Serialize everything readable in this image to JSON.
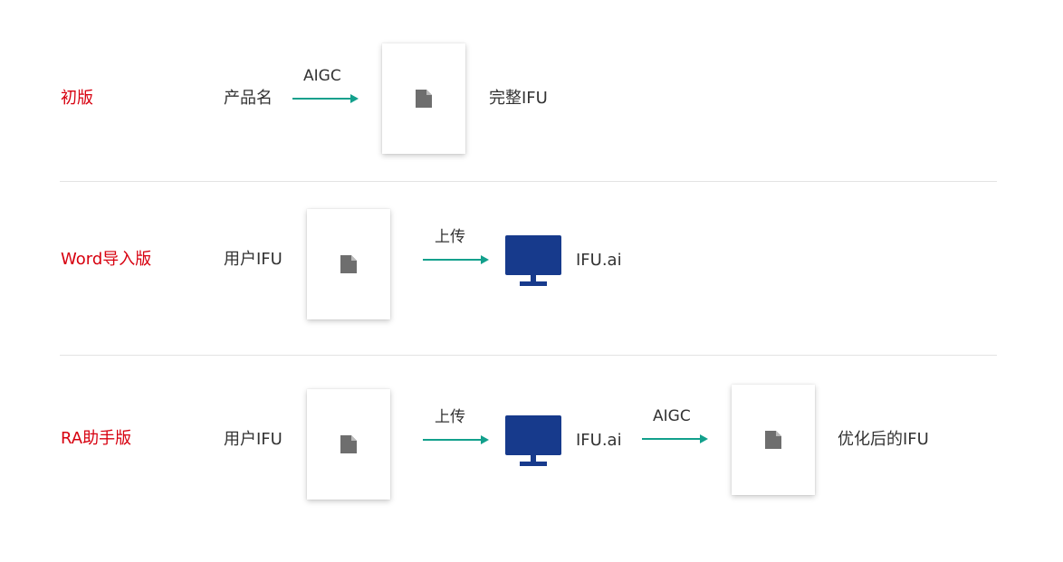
{
  "colors": {
    "row_label": "#d7000f",
    "arrow": "#12a08c",
    "monitor": "#173a8c",
    "doc_icon": "#6e6e6e"
  },
  "rows": [
    {
      "label": "初版",
      "input": "产品名",
      "arrow_label": "AIGC",
      "output": "完整IFU"
    },
    {
      "label": "Word导入版",
      "input": "用户IFU",
      "arrow_label": "上传",
      "output": "IFU.ai"
    },
    {
      "label": "RA助手版",
      "input": "用户IFU",
      "arrow1_label": "上传",
      "middle": "IFU.ai",
      "arrow2_label": "AIGC",
      "output": "优化后的IFU"
    }
  ],
  "icons": {
    "document": "document-icon",
    "monitor": "monitor-icon"
  }
}
